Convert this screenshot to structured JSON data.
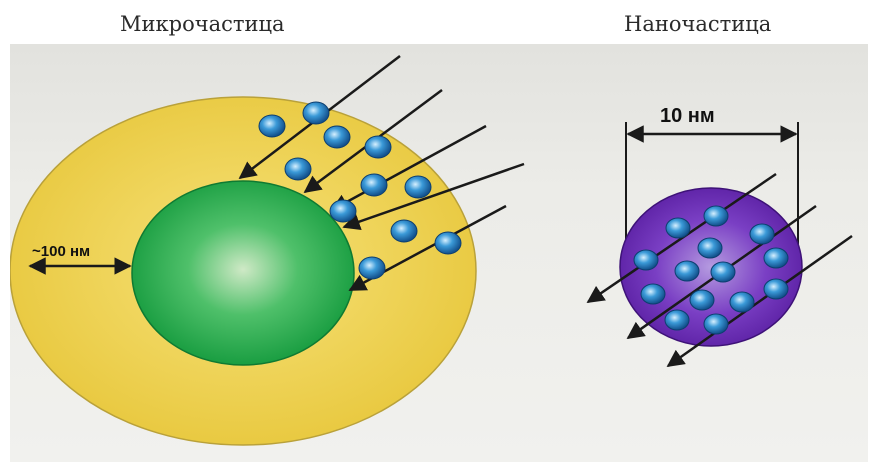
{
  "captions": {
    "micro": "Микрочастица",
    "nano": "Наночастица"
  },
  "micro_particle": {
    "dimension_label": "~100 нм",
    "outer_color": "#f2d85a",
    "core_color": "#18a845",
    "dot_color": "#2f8fd0"
  },
  "nano_particle": {
    "dimension_label": "10 нм",
    "body_color": "#6b2db4",
    "dot_color": "#2f8fd0"
  }
}
